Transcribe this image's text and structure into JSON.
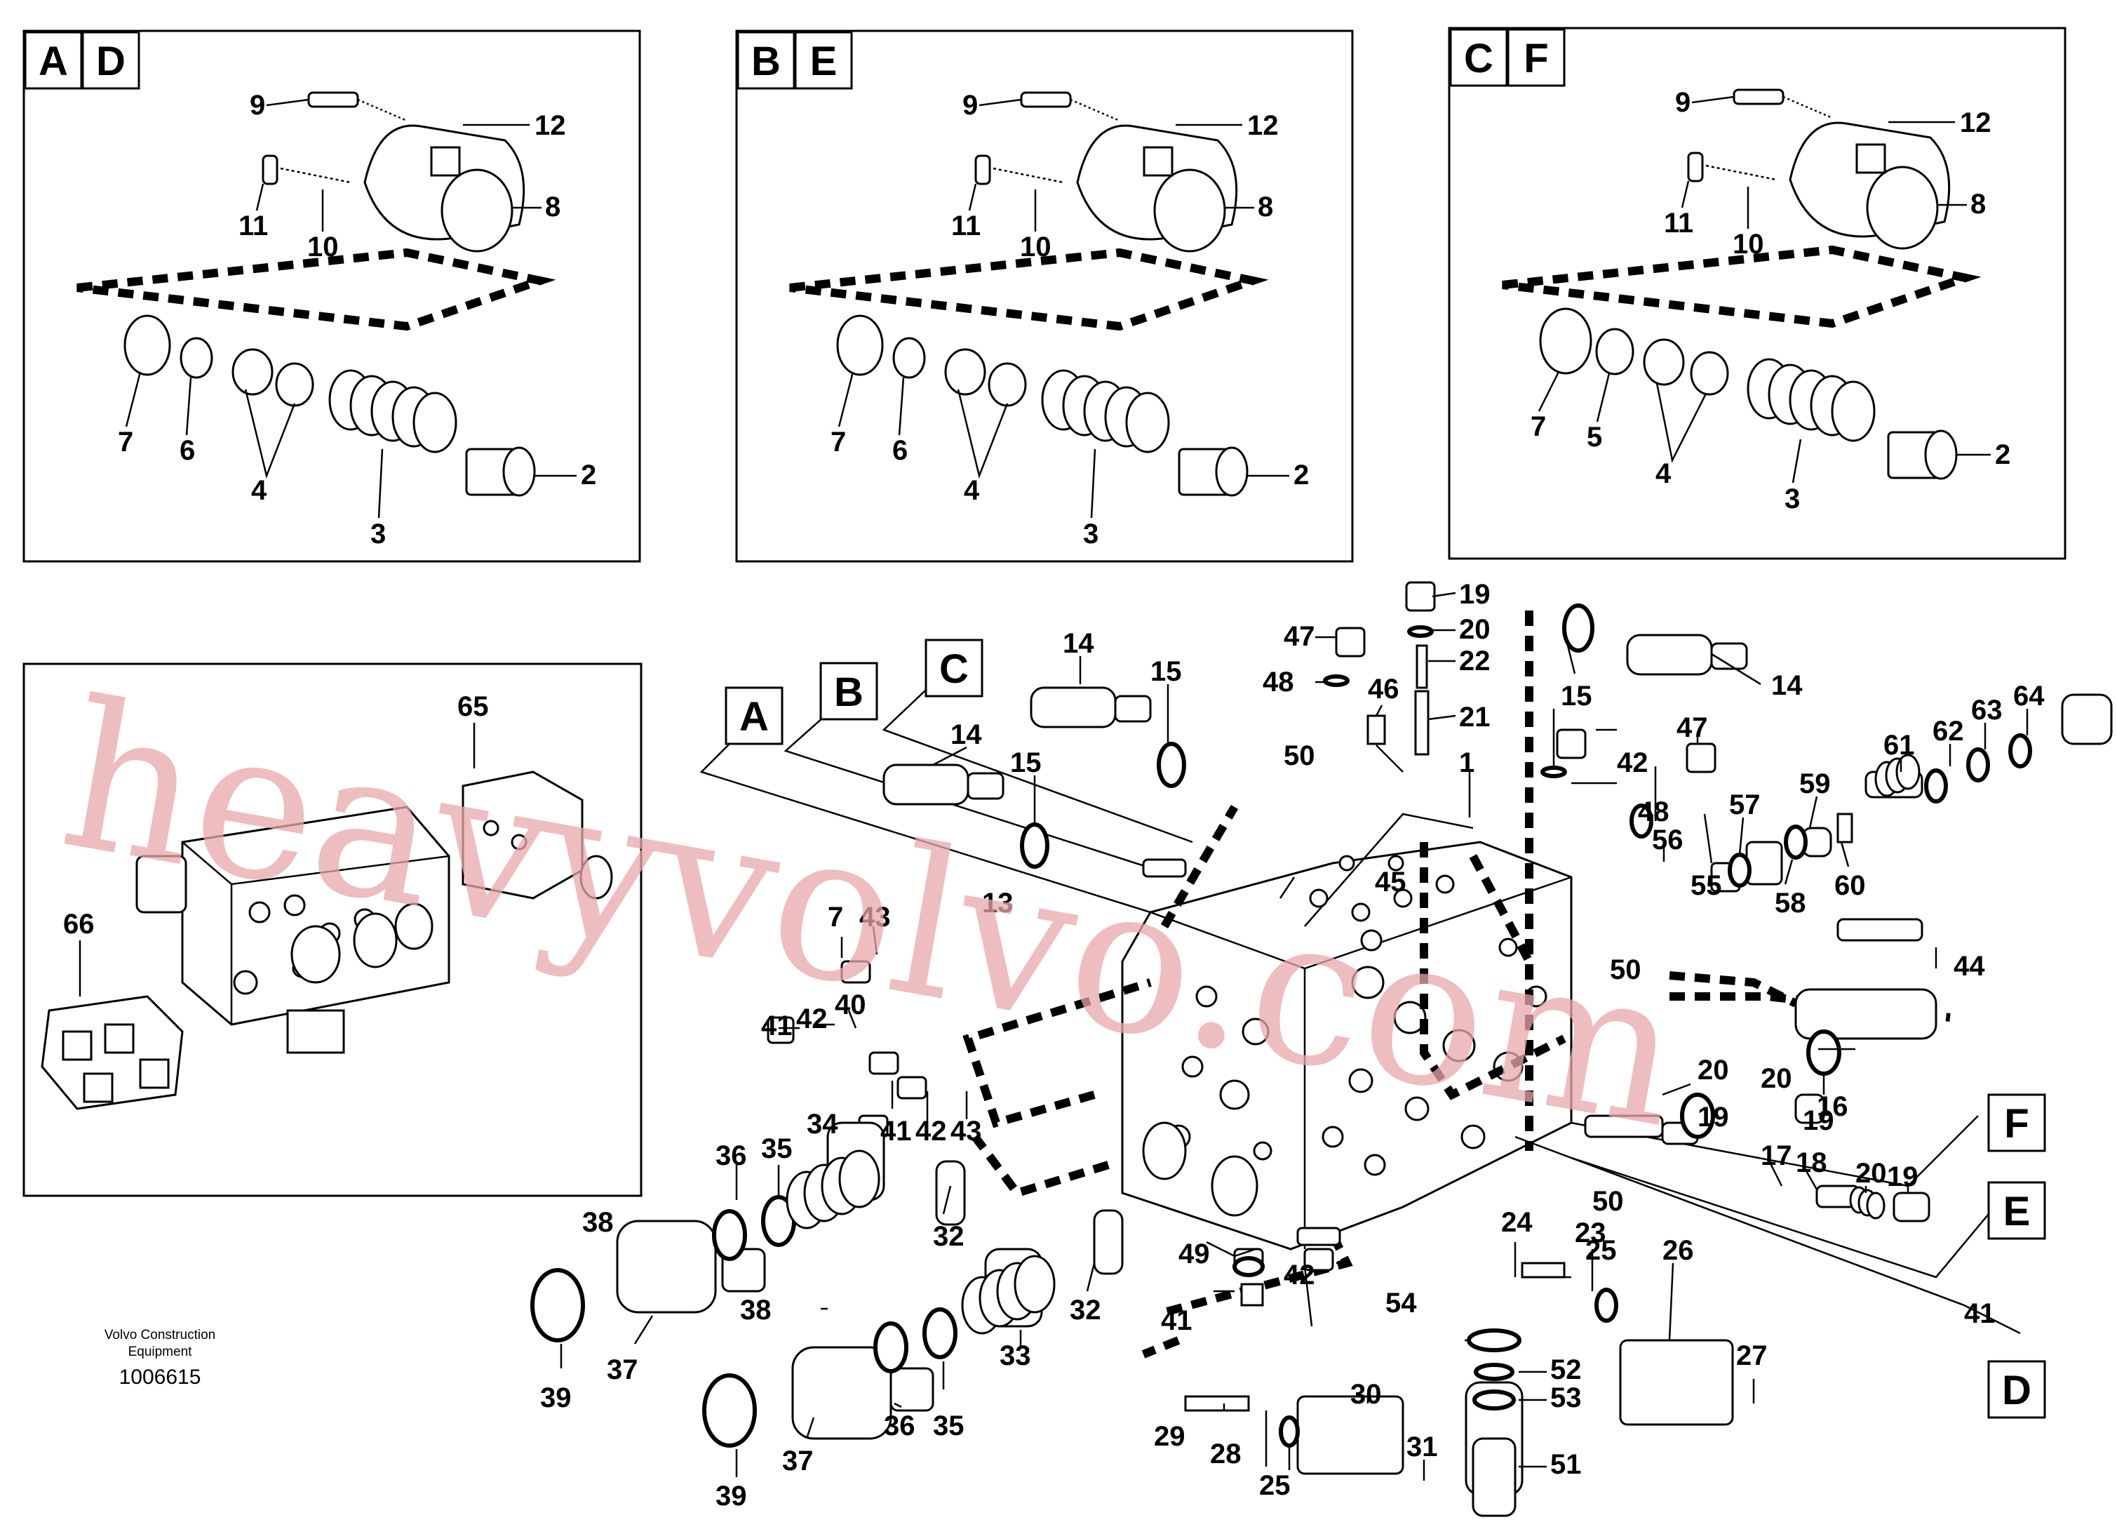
{
  "detail_boxes": [
    {
      "tags": [
        "A",
        "D"
      ],
      "labels": [
        "9",
        "12",
        "11",
        "10",
        "8",
        "7",
        "6",
        "4",
        "3",
        "2"
      ]
    },
    {
      "tags": [
        "B",
        "E"
      ],
      "labels": [
        "9",
        "12",
        "11",
        "10",
        "8",
        "7",
        "6",
        "4",
        "3",
        "2"
      ]
    },
    {
      "tags": [
        "C",
        "F"
      ],
      "labels": [
        "9",
        "12",
        "11",
        "10",
        "8",
        "7",
        "5",
        "4",
        "3",
        "2"
      ]
    }
  ],
  "inset_labels": [
    "65",
    "66"
  ],
  "section_tags": [
    "A",
    "B",
    "C",
    "D",
    "E",
    "F"
  ],
  "main_labels": [
    "1",
    "7",
    "13",
    "14",
    "14",
    "14",
    "15",
    "15",
    "15",
    "16",
    "17",
    "18",
    "19",
    "19",
    "19",
    "19",
    "20",
    "20",
    "20",
    "20",
    "21",
    "22",
    "24",
    "23",
    "25",
    "25",
    "26",
    "27",
    "28",
    "29",
    "30",
    "31",
    "32",
    "32",
    "33",
    "34",
    "35",
    "35",
    "36",
    "36",
    "37",
    "37",
    "38",
    "38",
    "39",
    "39",
    "40",
    "41",
    "41",
    "41",
    "41",
    "42",
    "42",
    "42",
    "42",
    "43",
    "43",
    "44",
    "45",
    "46",
    "47",
    "47",
    "48",
    "48",
    "49",
    "50",
    "50",
    "50",
    "51",
    "52",
    "53",
    "54",
    "55",
    "56",
    "57",
    "58",
    "59",
    "60",
    "61",
    "62",
    "63",
    "64"
  ],
  "caption": {
    "company_line1": "Volvo Construction",
    "company_line2": "Equipment",
    "drawing_number": "1006615"
  },
  "watermark": "heavyvolvo.com"
}
